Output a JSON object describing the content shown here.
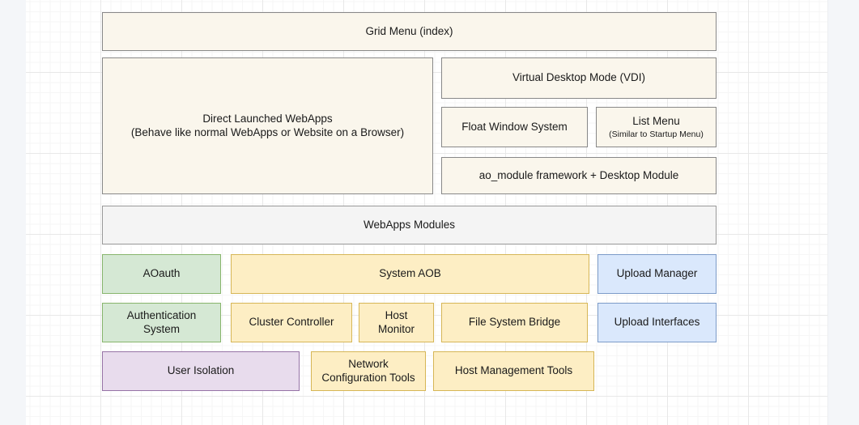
{
  "diagram": {
    "title": "Grid Menu (index)",
    "canvas": {
      "grid": true,
      "background": "#ffffff",
      "gutter": "#f4f6f9"
    },
    "palette": {
      "cream": {
        "fill": "#faf6ec",
        "stroke": "#888888"
      },
      "gray": {
        "fill": "#f4f4f4",
        "stroke": "#999999"
      },
      "green": {
        "fill": "#d5e8d4",
        "stroke": "#87b56c"
      },
      "yellow": {
        "fill": "#fdeec4",
        "stroke": "#d6b656"
      },
      "blue": {
        "fill": "#dae8fc",
        "stroke": "#7c9bc8"
      },
      "purple": {
        "fill": "#e8dced",
        "stroke": "#9673a6"
      }
    },
    "nodes": {
      "grid_menu": {
        "label": "Grid Menu (index)"
      },
      "direct_webapps": {
        "line1": "Direct Launched WebApps",
        "line2": "(Behave like normal WebApps or Website on a Browser)"
      },
      "vdi": {
        "label": "Virtual Desktop Mode (VDI)"
      },
      "float_window": {
        "label": "Float Window System"
      },
      "list_menu": {
        "label": "List Menu",
        "sub": "(Similar to Startup Menu)"
      },
      "ao_module": {
        "label": "ao_module framework + Desktop Module"
      },
      "webapps_modules": {
        "label": "WebApps Modules"
      },
      "aoauth": {
        "label": "AOauth"
      },
      "system_aob": {
        "label": "System AOB"
      },
      "upload_manager": {
        "label": "Upload Manager"
      },
      "authentication_system": {
        "line1": "Authentication",
        "line2": "System"
      },
      "cluster_controller": {
        "label": "Cluster Controller"
      },
      "host_monitor": {
        "line1": "Host",
        "line2": "Monitor"
      },
      "file_system_bridge": {
        "label": "File System Bridge"
      },
      "upload_interfaces": {
        "label": "Upload Interfaces"
      },
      "user_isolation": {
        "label": "User Isolation"
      },
      "network_config_tools": {
        "line1": "Network",
        "line2": "Configuration Tools"
      },
      "host_management_tools": {
        "label": "Host Management Tools"
      }
    }
  }
}
